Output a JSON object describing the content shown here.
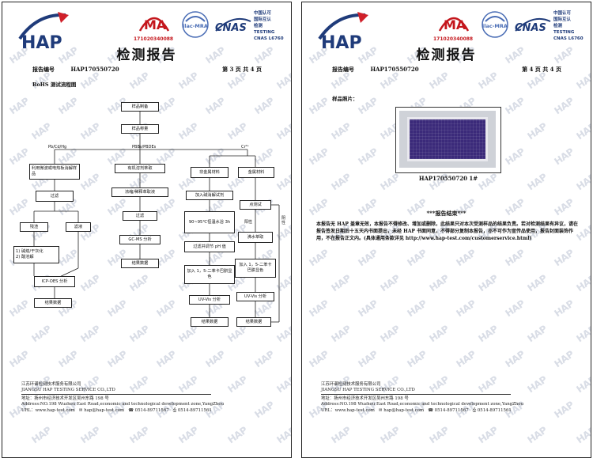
{
  "pages": [
    {
      "report_no_label": "报告编号",
      "report_no": "HAP170550720",
      "page_info": "第 3 页    共 4 页",
      "section": "RoHS 测试流程图",
      "flow": {
        "sample_prep": "样品制备",
        "sample_weigh": "样品称量",
        "branch_pb": "Pb/Cd/Hg",
        "branch_pbb": "PBBs/PBDEs",
        "branch_cr": "Cr⁶⁺",
        "microwave": "利用微波或电热板消解样品",
        "filter1": "过滤",
        "residue": "残渣",
        "filtrate": "滤液",
        "residue_treat": "1) 碱熔/干灰化\n2) 酸溶解",
        "icp": "ICP-OES 分析",
        "result1": "结果数据",
        "organic_extract": "有机溶剂萃取",
        "concentrate": "浓缩/稀释萃取液",
        "filter2": "过滤",
        "gcms": "GC-MS 分析",
        "result2": "结果数据",
        "nonmetal": "非金属材料",
        "add_alkali": "加入碱消解试剂",
        "heat": "90~95℃恒温水浴 3h",
        "adjust_ph": "过滤并调节 pH 值",
        "add_dpc": "加入 1，5-二苯卡巴肼显色",
        "uvvis1": "UV-Vis 分析",
        "result3": "结果数据",
        "metal": "金属材料",
        "spot_test": "点测试",
        "positive": "阳性",
        "boil_extract": "沸水萃取",
        "add_dpc2": "加入 1，5-二苯卡巴肼显色",
        "uvvis2": "UV-Vis 分析",
        "result4": "结果数据",
        "negative": "阴性"
      }
    },
    {
      "report_no_label": "报告编号",
      "report_no": "HAP170550720",
      "page_info": "第 4 页    共 4 页",
      "section": "样品照片：",
      "photo_caption": "HAP170550720    1#",
      "end_mark": "***报告结束***",
      "statement": "本报告无 HAP 盖章无效，本报告不得修改、增加或删除，此结果只对本次受测样品的结果负责。若对检测结果有异议，请在报告签发日期后十五天内书面提出，未经 HAP 书面同意，不得部分复制本报告，亦不可作为宣传品使用，报告封面装饰作用，不在报告正文内。(具体通用条款详见 http://www.hap-test.com/customerservice.html)"
    }
  ],
  "header": {
    "title": "检测报告",
    "logo_text": "HAP",
    "cma_text": "MA",
    "cma_number": "171020340088",
    "ilac_text": "ilac-MRA",
    "cnas_text": "CNAS",
    "cnas_label": "中国认可\n国际互认\n检测\nTESTING\nCNAS L6760"
  },
  "footer": {
    "company_cn": "江苏环谱检测技术服务有限公司",
    "company_en": "JIANGSU HAP TESTING SERVICE CO.,LTD",
    "address_cn": "地址：扬州市经济技术开发区吴州东路 198 号",
    "address_en": "Address:NO.198 Wuzhou East Road,economic and technological development zone,YangZhou",
    "url": "URL：www.hap-test.com",
    "email": "hap@hap-test.com",
    "phone": "0514-89711567",
    "fax": "0514-89711561"
  },
  "colors": {
    "hap_blue": "#1f3b7a",
    "hap_red": "#d0202a",
    "cma_red": "#c4161c",
    "filter_purple": "#3b2a7a"
  }
}
